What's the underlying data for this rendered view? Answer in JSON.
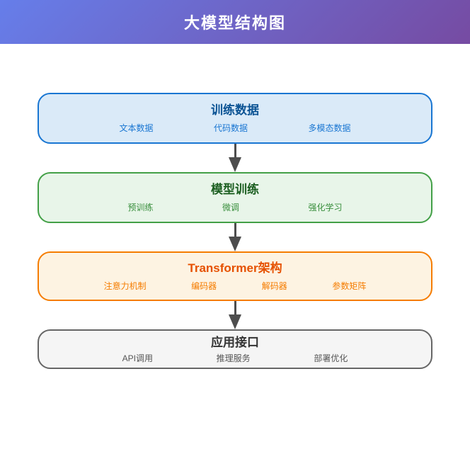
{
  "page": {
    "title": "大模型结构图"
  },
  "theme": {
    "header_gradient_from": "#667eea",
    "header_gradient_to": "#764ba2",
    "header_text_color": "#ffffff",
    "canvas_background": "#ffffff",
    "arrow_color": "#4d4d4d"
  },
  "diagram": {
    "layers": [
      {
        "id": "training-data",
        "title": "训练数据",
        "items": [
          "文本数据",
          "代码数据",
          "多模态数据"
        ],
        "colors": {
          "bg": "#daeaf8",
          "border": "#1976d2",
          "title": "#0b5394",
          "item": "#1976d2"
        }
      },
      {
        "id": "model-training",
        "title": "模型训练",
        "items": [
          "预训练",
          "微调",
          "强化学习"
        ],
        "colors": {
          "bg": "#e8f5e9",
          "border": "#43a047",
          "title": "#1b5e20",
          "item": "#388e3c"
        }
      },
      {
        "id": "transformer-architecture",
        "title": "Transformer架构",
        "items": [
          "注意力机制",
          "编码器",
          "解码器",
          "参数矩阵"
        ],
        "colors": {
          "bg": "#fdf3e2",
          "border": "#f57c00",
          "title": "#e65100",
          "item": "#f57c00"
        }
      },
      {
        "id": "application-interface",
        "title": "应用接口",
        "items": [
          "API调用",
          "推理服务",
          "部署优化"
        ],
        "colors": {
          "bg": "#f5f5f5",
          "border": "#666666",
          "title": "#333333",
          "item": "#555555"
        }
      }
    ]
  }
}
